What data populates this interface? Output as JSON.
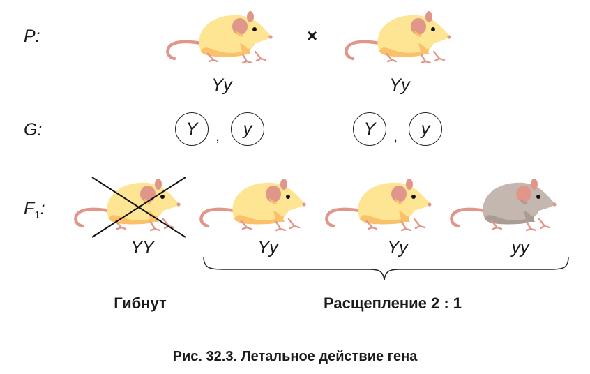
{
  "rows": {
    "p_label": "P:",
    "g_label": "G:",
    "f1_label": "F",
    "f1_sub": "1",
    "f1_colon": ":"
  },
  "cross_symbol": "×",
  "parents": [
    {
      "genotype": "Yy",
      "color": "yellow"
    },
    {
      "genotype": "Yy",
      "color": "yellow"
    }
  ],
  "gametes": [
    [
      "Y",
      "y"
    ],
    [
      "Y",
      "y"
    ]
  ],
  "gamete_separator": ",",
  "offspring": [
    {
      "genotype": "YY",
      "color": "yellow",
      "crossed_out": true
    },
    {
      "genotype": "Yy",
      "color": "yellow"
    },
    {
      "genotype": "Yy",
      "color": "yellow"
    },
    {
      "genotype": "yy",
      "color": "gray"
    }
  ],
  "dies_label": "Гибнут",
  "split_label": "Расщепление 2 : 1",
  "caption": "Рис. 32.3. Летальное действие гена",
  "colors": {
    "yellow_fur": "#fde594",
    "gray_fur": "#c3b7b0",
    "pink": "#e0978a"
  }
}
